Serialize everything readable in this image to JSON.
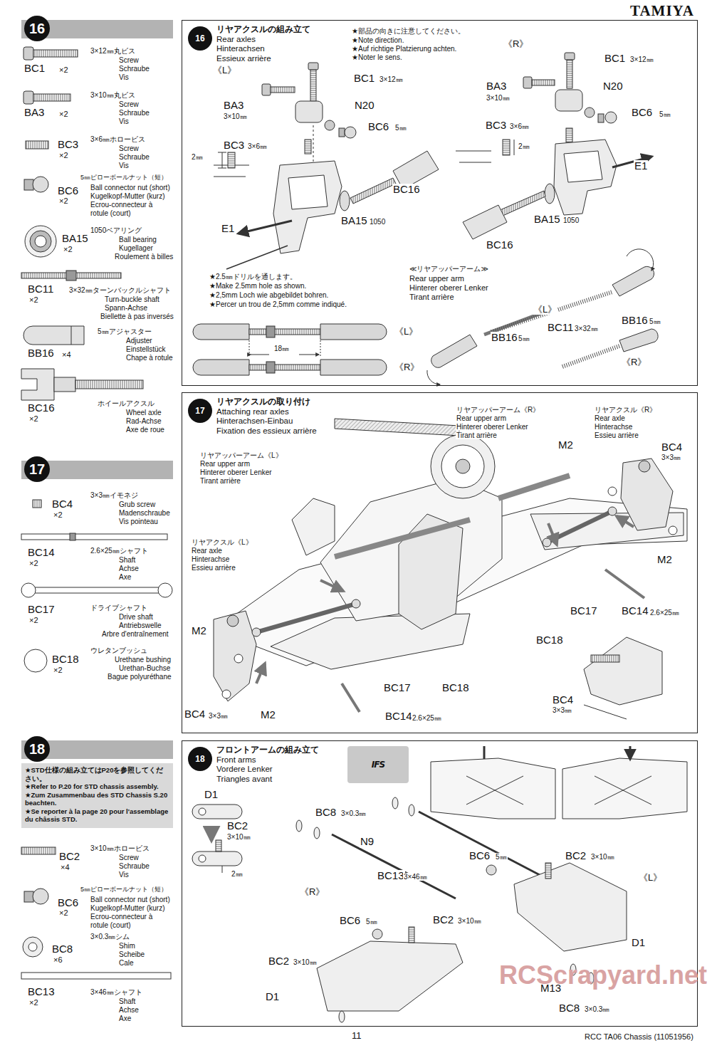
{
  "diagram": {
    "nodes": [
      {
        "text": [
          "16"
        ]
      },
      {
        "text": [
          "リヤアクスルの組み立て",
          "Rear axles",
          "Hinterachsen",
          "Essieux arrière"
        ]
      },
      {
        "text": [
          "16"
        ],
        "in": 1
      },
      {
        "text": [
          "17"
        ]
      },
      {
        "text": [
          "リヤアクスルの取り付け",
          "Attaching rear axles",
          "Hinterachsen-Einbau",
          "Fixation des essieux arrière"
        ]
      },
      {
        "text": [
          "17"
        ],
        "in": 4
      },
      {
        "text": [
          "18"
        ]
      },
      {
        "text": [
          "★STD仕様の組み立てはP20を参照してください。",
          "★Refer to P.20 for STD chassis assembly.",
          "★Zum Zusammenbau des STD Chassis S.20 beachten.",
          "★Se reporter à la page 20 pour l'assemblage du châssis STD."
        ]
      },
      {
        "text": [
          "フロントアームの組み立て",
          "Front arms",
          "Vordere Lenker",
          "Triangles avant"
        ]
      },
      {
        "text": [
          "18"
        ],
        "in": 8
      },
      {
        "text": [
          "IFS"
        ],
        "in": 8
      }
    ],
    "labels": [
      "TAMIYA",
      "BC1",
      "×2",
      "3×12㎜丸ビス",
      "Screw",
      "Schraube",
      "Vis",
      "BA3",
      "×2",
      "3×10㎜丸ビス",
      "Screw",
      "Schraube",
      "Vis",
      "BC3",
      "×2",
      "3×6㎜ホロービス",
      "Screw",
      "Schraube",
      "Vis",
      "BC6",
      "×2",
      "5㎜ピローボールナット（短）",
      "Ball connector nut (short)",
      "Kugelkopf-Mutter (kurz)",
      "Ecrou-connecteur à",
      "rotule (court)",
      "BA15",
      "×2",
      "1050ベアリング",
      "Ball bearing",
      "Kugellager",
      "Roulement à billes",
      "BC11",
      "×2",
      "3×32㎜ターンバックルシャフト",
      "Turn-buckle shaft",
      "Spann-Achse",
      "Biellette à pas inversés",
      "BB16",
      "×4",
      "5㎜アジャスター",
      "Adjuster",
      "Einstellstück",
      "Chape à rotule",
      "BC16",
      "×2",
      "ホイールアクスル",
      "Wheel axle",
      "Rad-Achse",
      "Axe de roue",
      "BC4",
      "×2",
      "3×3㎜イモネジ",
      "Grub screw",
      "Madenschraube",
      "Vis pointeau",
      "BC14",
      "×2",
      "2.6×25㎜シャフト",
      "Shaft",
      "Achse",
      "Axe",
      "BC17",
      "×2",
      "ドライブシャフト",
      "Drive shaft",
      "Antriebswelle",
      "Arbre d'entraînement",
      "BC18",
      "×2",
      "ウレタンブッシュ",
      "Urethane bushing",
      "Urethan-Buchse",
      "Bague polyuréthane",
      "BC2",
      "×4",
      "3×10㎜ホロービス",
      "Screw",
      "Schraube",
      "Vis",
      "BC6",
      "×2",
      "5㎜ピローボールナット（短）",
      "Ball connector nut (short)",
      "Kugelkopf-Mutter (kurz)",
      "Ecrou-connecteur à",
      "rotule (court)",
      "BC8",
      "×6",
      "3×0.3㎜シム",
      "Shim",
      "Scheibe",
      "Cale",
      "BC13",
      "×2",
      "3×46㎜シャフト",
      "Shaft",
      "Achse",
      "Axe",
      "★部品の向きに注意してください。",
      "★Note direction.",
      "★Auf richtige Platzierung achten.",
      "★Noter le sens.",
      "《L》",
      "BC1",
      "3×12㎜",
      "BA3",
      "3×10㎜",
      "N20",
      "BC6",
      "5㎜",
      "BC3",
      "3×6㎜",
      "2㎜",
      "BC16",
      "E1",
      "BA15",
      "1050",
      "★2.5㎜ドリルを通します。",
      "★Make 2.5mm hole as shown.",
      "★2,5mm Loch wie abgebildet bohren.",
      "★Percer un trou de 2,5mm comme indiqué.",
      "《R》",
      "BC1",
      "3×12㎜",
      "BA3",
      "3×10㎜",
      "N20",
      "BC6",
      "5㎜",
      "BC3",
      "3×6㎜",
      "2㎜",
      "E1",
      "BC16",
      "BA15",
      "1050",
      "≪リヤアッパーアーム≫",
      "Rear upper arm",
      "Hinterer oberer Lenker",
      "Tirant arrière",
      "《L》",
      "BB16",
      "5㎜",
      "BC11",
      "3×32㎜",
      "BB16",
      "5㎜",
      "《R》",
      "18㎜",
      "《L》",
      "《R》",
      "リヤアッパーアーム《R》",
      "Rear upper arm",
      "Hinterer oberer Lenker",
      "Tirant arrière",
      "リヤアクスル《R》",
      "Rear axle",
      "Hinterachse",
      "Essieu arrière",
      "リヤアッパーアーム《L》",
      "Rear upper arm",
      "Hinterer oberer Lenker",
      "Tirant arrière",
      "BC4",
      "3×3㎜",
      "M2",
      "M2",
      "リヤアクスル《L》",
      "Rear axle",
      "Hinterachse",
      "Essieu arrière",
      "BC17",
      "BC14",
      "2.6×25㎜",
      "BC18",
      "M2",
      "BC17",
      "BC18",
      "BC4",
      "3×3㎜",
      "BC4",
      "3×3㎜",
      "M2",
      "BC14",
      "2.6×25㎜",
      "D1",
      "BC2",
      "3×10㎜",
      "2㎜",
      "BC8",
      "3×0.3㎜",
      "N9",
      "BC13",
      "3×46㎜",
      "《R》",
      "BC6",
      "5㎜",
      "BC2",
      "3×10㎜",
      "BC2",
      "3×10㎜",
      "D1",
      "BC6",
      "5㎜",
      "BC2",
      "3×10㎜",
      "《L》",
      "D1",
      "M13",
      "BC8",
      "3×0.3㎜",
      "11",
      "RCC TA06 Chassis (11051956)",
      "RCScrapyard.net"
    ]
  }
}
